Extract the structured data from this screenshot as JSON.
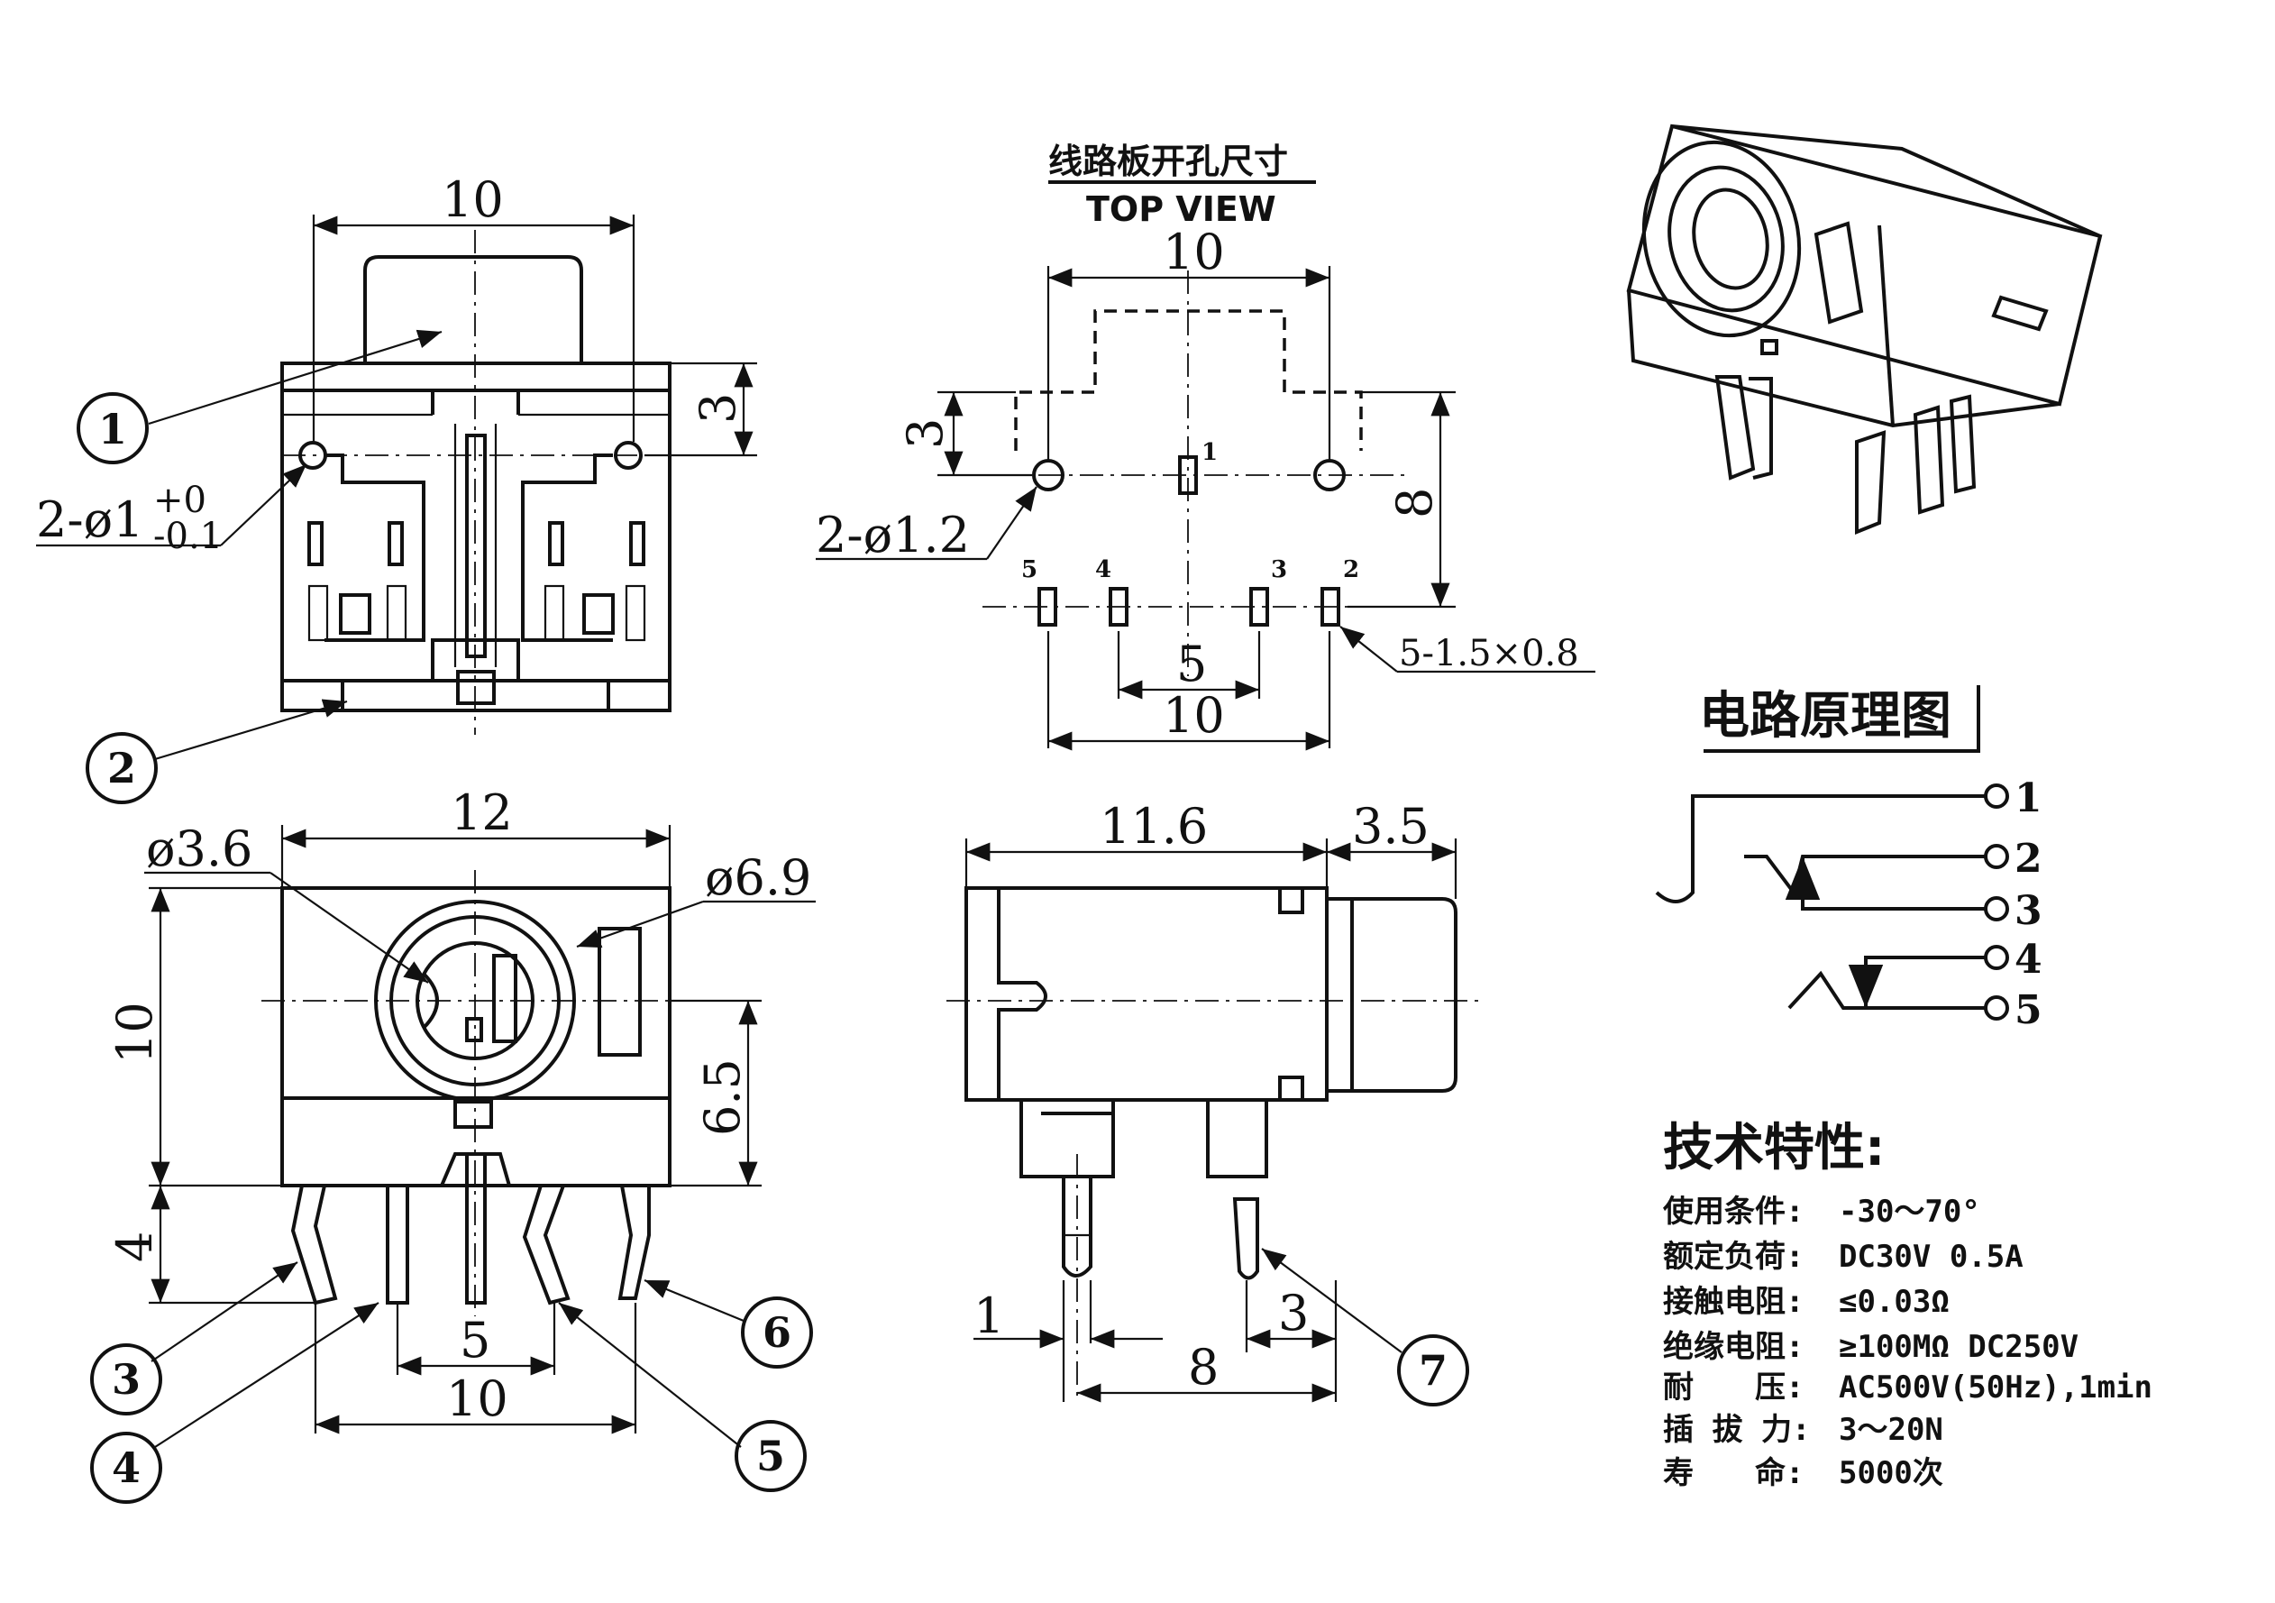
{
  "top_view": {
    "title_cn": "线路板开孔尺寸",
    "title_en": "TOP VIEW",
    "dim_width_top": "10",
    "dim_height_3": "3",
    "dim_height_8": "8",
    "hole_label": "2-ø1.2",
    "pad_label": "5-1.5×0.8",
    "dim_5": "5",
    "dim_width_bottom": "10",
    "pin_numbers": [
      "1",
      "5",
      "4",
      "3",
      "2"
    ]
  },
  "front_view": {
    "dim_width": "10",
    "dim_height": "3",
    "hole_label": "2-ø1",
    "hole_tol_upper": "+0",
    "hole_tol_lower": "-0.1",
    "callouts": [
      "1",
      "2"
    ]
  },
  "side_view_left": {
    "dim_width": "12",
    "dim_dia_inner": "ø3.6",
    "dim_dia_outer": "ø6.9",
    "dim_height": "10",
    "dim_center": "6.5",
    "dim_pin_len": "4",
    "dim_5": "5",
    "dim_10": "10",
    "callouts": [
      "3",
      "4",
      "5",
      "6"
    ]
  },
  "side_view_right": {
    "dim_body": "11.6",
    "dim_nose": "3.5",
    "dim_1": "1",
    "dim_3": "3",
    "dim_8": "8",
    "callouts": [
      "7"
    ]
  },
  "schematic": {
    "title": "电路原理图",
    "pins": [
      "1",
      "2",
      "3",
      "4",
      "5"
    ]
  },
  "specs": {
    "title": "技术特性:",
    "rows": [
      {
        "label": "使用条件:",
        "value": "-30～70°"
      },
      {
        "label": "额定负荷:",
        "value": "DC30V 0.5A"
      },
      {
        "label": "接触电阻:",
        "value": "≤0.03Ω"
      },
      {
        "label": "绝缘电阻:",
        "value": "≥100MΩ DC250V"
      },
      {
        "label": "耐　　压:",
        "value": "AC500V(50Hz),1min"
      },
      {
        "label": "插 拔 力:",
        "value": "3～20N"
      },
      {
        "label": "寿　　命:",
        "value": "5000次"
      }
    ]
  }
}
